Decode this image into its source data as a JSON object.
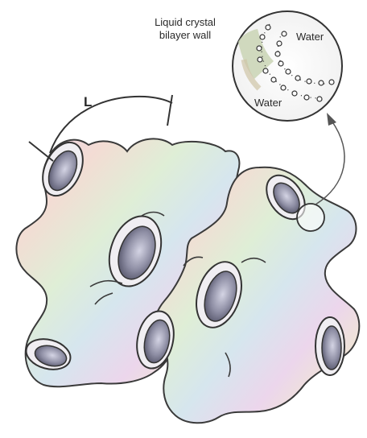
{
  "labels": {
    "bilayer_line1": "Liquid crystal",
    "bilayer_line2": "bilayer wall",
    "water_top": "Water",
    "water_bottom": "Water",
    "length": "L"
  }
}
